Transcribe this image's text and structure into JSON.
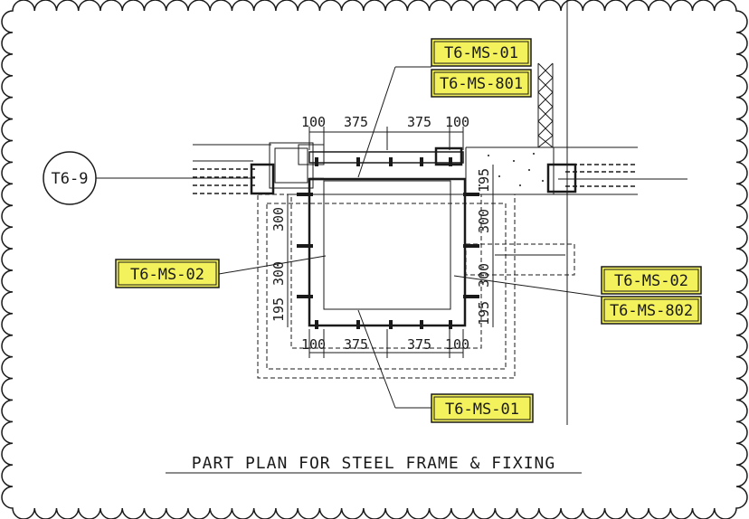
{
  "title": "PART PLAN FOR STEEL FRAME & FIXING",
  "highlight_color": "#f4f25c",
  "ink_color": "#1a1a1a",
  "grid_ref": "T6-9",
  "tags": {
    "top_a": "T6-MS-01",
    "top_b": "T6-MS-801",
    "left": "T6-MS-02",
    "right_a": "T6-MS-02",
    "right_b": "T6-MS-802",
    "bottom": "T6-MS-01"
  },
  "dims": {
    "top": [
      "100",
      "375",
      "375",
      "100"
    ],
    "bottom": [
      "100",
      "375",
      "375",
      "100"
    ],
    "left": [
      "300",
      "300",
      "195"
    ],
    "right": [
      "195",
      "300",
      "300",
      "195"
    ]
  }
}
